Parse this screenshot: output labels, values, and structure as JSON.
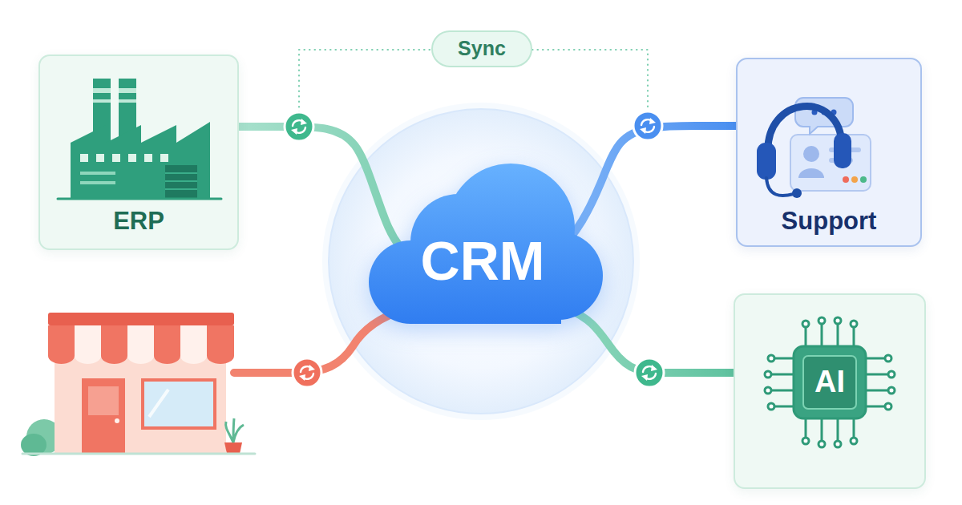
{
  "diagram": {
    "nodes": [
      {
        "text": [
          "Sync"
        ]
      },
      {
        "text": [
          "ERP"
        ]
      },
      {
        "text": [
          "Support"
        ]
      },
      {
        "text": [
          "CRM"
        ]
      },
      {
        "text": [
          "AI"
        ]
      }
    ],
    "edges": [
      {
        "from": 1,
        "to": 3,
        "arrow": "none"
      },
      {
        "from": 3,
        "to": 2,
        "arrow": "none"
      },
      {
        "from": 3,
        "to": 4,
        "arrow": "none"
      }
    ]
  }
}
